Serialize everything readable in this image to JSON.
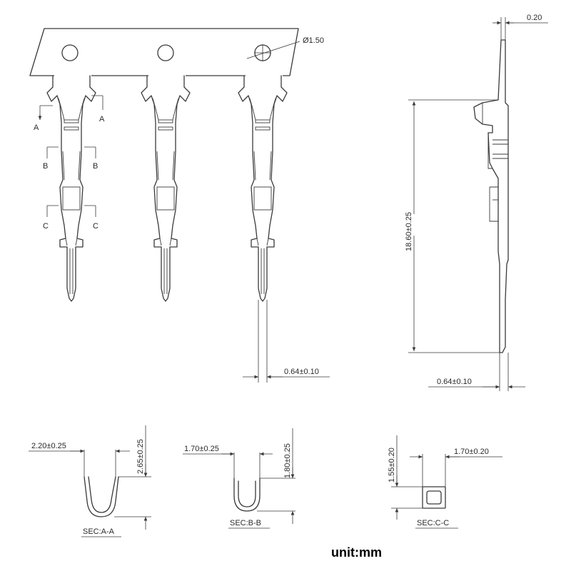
{
  "dimensions": {
    "hole_diameter": "Ø1.50",
    "thickness": "0.20",
    "length": "18.60±0.25",
    "pin_width_front": "0.64±0.10",
    "pin_width_side": "0.64±0.10"
  },
  "section_markers": {
    "a": "A",
    "b": "B",
    "c": "C"
  },
  "sections": {
    "aa": {
      "label": "SEC:A-A",
      "width": "2.20±0.25",
      "height": "2.65±0.25"
    },
    "bb": {
      "label": "SEC:B-B",
      "width": "1.70±0.25",
      "height": "1.80±0.25"
    },
    "cc": {
      "label": "SEC:C-C",
      "width": "1.70±0.20",
      "height": "1.55±0.20"
    }
  },
  "unit_label": "unit:mm"
}
